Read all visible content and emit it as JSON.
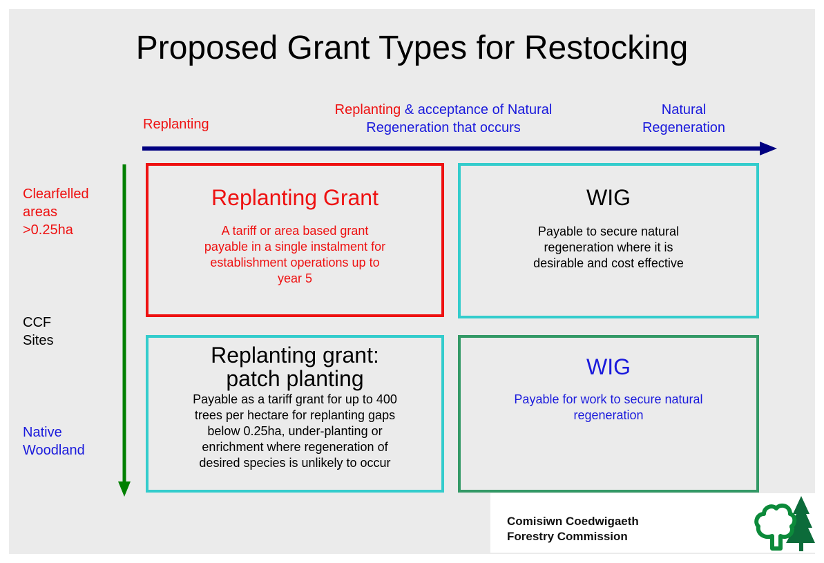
{
  "title": "Proposed Grant Types for Restocking",
  "axis": {
    "replanting": "Replanting",
    "middle_red": "Replanting",
    "middle_rest_line1": " & acceptance of Natural",
    "middle_line2": "Regeneration that occurs",
    "natural_line1": "Natural",
    "natural_line2": "Regeneration"
  },
  "rows": {
    "clearfelled": [
      "Clearfelled",
      "areas",
      ">0.25ha"
    ],
    "ccf": [
      "CCF",
      "Sites"
    ],
    "native": [
      "Native",
      "Woodland"
    ]
  },
  "boxes": {
    "replanting_grant": {
      "title": "Replanting Grant",
      "text": [
        "A tariff or area based grant",
        "payable in a single instalment for",
        "establishment operations up to",
        "year 5"
      ]
    },
    "wig_top": {
      "title": "WIG",
      "text": [
        "Payable to secure natural",
        "regeneration where it is",
        "desirable and cost effective"
      ]
    },
    "patch_planting": {
      "title": [
        "Replanting grant:",
        "patch planting"
      ],
      "text": [
        "Payable as a tariff grant for up to 400",
        "trees per hectare for replanting gaps",
        "below 0.25ha, under-planting or",
        "enrichment where regeneration of",
        "desired species is unlikely to occur"
      ]
    },
    "wig_bottom": {
      "title": "WIG",
      "text": [
        "Payable for work to secure natural",
        "regeneration"
      ]
    }
  },
  "logo": {
    "line1": "Comisiwn Coedwigaeth",
    "line2": "Forestry Commission",
    "icon": "tree-logo-icon"
  },
  "colors": {
    "red": "#ee1111",
    "blue": "#1a1adc",
    "navy_arrow": "#000080",
    "green_arrow": "#008000",
    "cyan_border": "#33cccc",
    "green_border": "#339966"
  }
}
